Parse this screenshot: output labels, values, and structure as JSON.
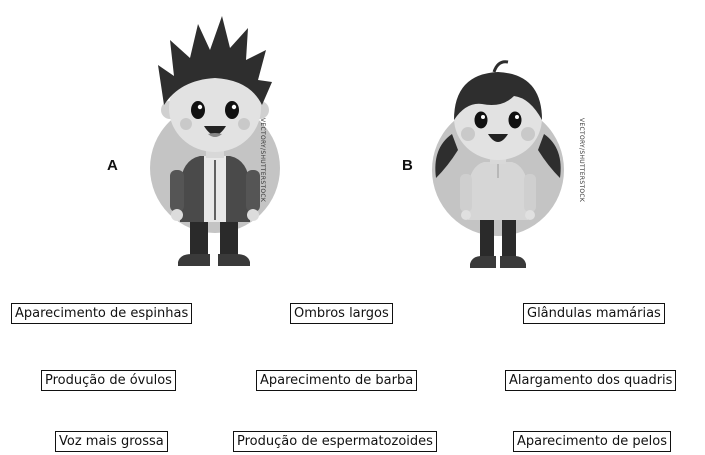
{
  "figures": [
    {
      "letter": "A",
      "credit": "VECTORY/SHUTTERSTOCK"
    },
    {
      "letter": "B",
      "credit": "VECTORY/SHUTTERSTOCK"
    }
  ],
  "boxes": [
    "Aparecimento de espinhas",
    "Ombros largos",
    "Glândulas mamárias",
    "Produção de óvulos",
    "Aparecimento de barba",
    "Alargamento dos quadris",
    "Voz mais grossa",
    "Produção de espermatozoides",
    "Aparecimento de pelos"
  ]
}
